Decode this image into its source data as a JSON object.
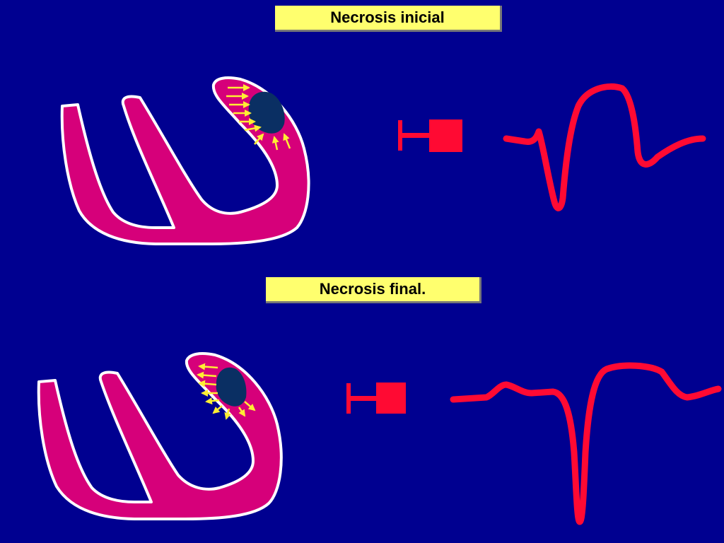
{
  "panels": [
    {
      "label": "Necrosis inicial"
    },
    {
      "label": "Necrosis final."
    }
  ],
  "colors": {
    "background": "#000090",
    "label_bg": "#ffff6e",
    "heart_wall": "#d6007a",
    "heart_outline": "#ffffff",
    "necrosis": "#0a2f63",
    "arrows": "#ffee33",
    "ecg_trace": "#ff0a33",
    "electrode": "#ff0a33"
  },
  "icons": [
    "heart-section",
    "necrosis-area",
    "vector-arrows",
    "electrode",
    "ecg-complex"
  ]
}
